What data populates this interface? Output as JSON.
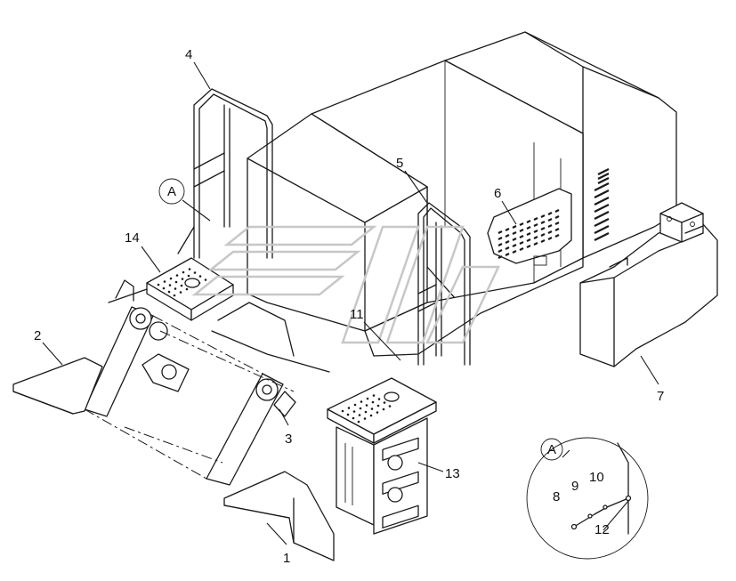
{
  "diagram": {
    "callouts": [
      {
        "id": "c1",
        "label": "1"
      },
      {
        "id": "c2",
        "label": "2"
      },
      {
        "id": "c3",
        "label": "3"
      },
      {
        "id": "c4",
        "label": "4"
      },
      {
        "id": "c5",
        "label": "5"
      },
      {
        "id": "c6",
        "label": "6"
      },
      {
        "id": "c7",
        "label": "7"
      },
      {
        "id": "c8",
        "label": "8"
      },
      {
        "id": "c9",
        "label": "9"
      },
      {
        "id": "c10",
        "label": "10"
      },
      {
        "id": "c11",
        "label": "11"
      },
      {
        "id": "c12",
        "label": "12"
      },
      {
        "id": "c13",
        "label": "13"
      },
      {
        "id": "c14",
        "label": "14"
      }
    ],
    "view_marker": "A",
    "detail_marker": "A"
  },
  "colors": {
    "line": "#1a1a1a",
    "background": "#ffffff",
    "watermark": "#c7c7c7"
  }
}
